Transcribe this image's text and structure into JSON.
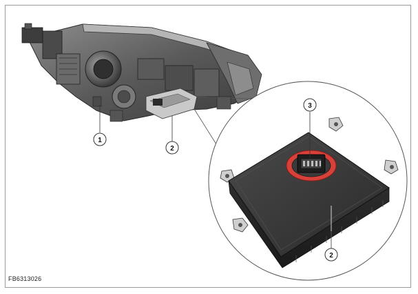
{
  "figure": {
    "id": "FB6313026",
    "accent_ring_color": "#d8413a",
    "callouts": [
      {
        "label": "1",
        "part": "headlight housing"
      },
      {
        "label": "2",
        "part": "control unit"
      },
      {
        "label": "3",
        "part": "connector"
      },
      {
        "label": "2",
        "part": "control unit"
      }
    ]
  }
}
